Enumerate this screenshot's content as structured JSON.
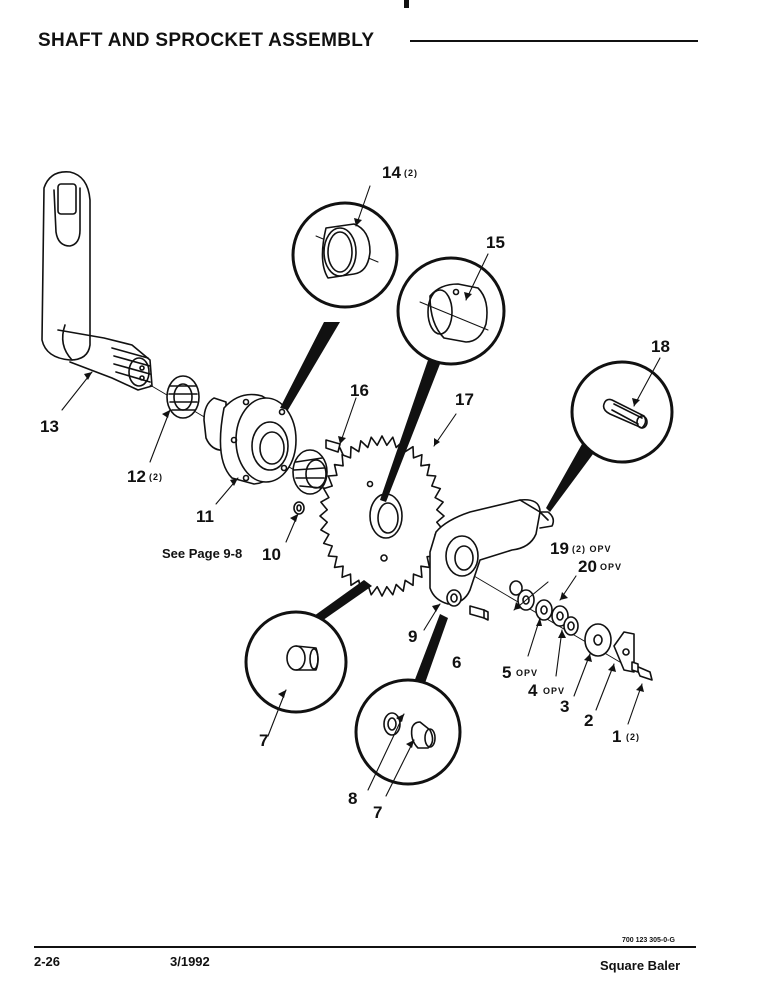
{
  "page": {
    "title": "SHAFT AND SPROCKET ASSEMBLY",
    "page_number": "2-26",
    "date": "3/1992",
    "doc_code": "700 123 305-0-G",
    "product": "Square Baler"
  },
  "diagram": {
    "note": "See Page 9-8",
    "callouts": {
      "c1": {
        "num": "1",
        "qty": "(2)"
      },
      "c2": {
        "num": "2",
        "qty": ""
      },
      "c3": {
        "num": "3",
        "qty": ""
      },
      "c4": {
        "num": "4",
        "qty": "OPV"
      },
      "c5": {
        "num": "5",
        "qty": "OPV"
      },
      "c6": {
        "num": "6",
        "qty": ""
      },
      "c7a": {
        "num": "7",
        "qty": ""
      },
      "c7b": {
        "num": "7",
        "qty": ""
      },
      "c8": {
        "num": "8",
        "qty": ""
      },
      "c9": {
        "num": "9",
        "qty": ""
      },
      "c10": {
        "num": "10",
        "qty": ""
      },
      "c11": {
        "num": "11",
        "qty": ""
      },
      "c12": {
        "num": "12",
        "qty": "(2)"
      },
      "c13": {
        "num": "13",
        "qty": ""
      },
      "c14": {
        "num": "14",
        "qty": "(2)"
      },
      "c15": {
        "num": "15",
        "qty": ""
      },
      "c16": {
        "num": "16",
        "qty": ""
      },
      "c17": {
        "num": "17",
        "qty": ""
      },
      "c18": {
        "num": "18",
        "qty": ""
      },
      "c19": {
        "num": "19",
        "qty": "(2) OPV"
      },
      "c20": {
        "num": "20",
        "qty": "OPV"
      }
    }
  }
}
